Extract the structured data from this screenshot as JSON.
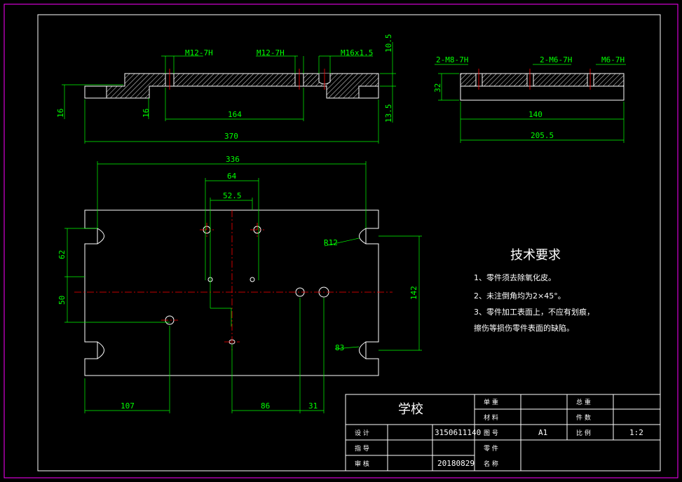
{
  "colors": {
    "background": "#000000",
    "outline": "#ffffff",
    "dimension": "#00ff00",
    "centerline": "#ff0000",
    "border": "#ff00ff",
    "hatch": "#ffffff"
  },
  "front_view": {
    "threads": [
      "M12-7H",
      "M12-7H",
      "M16x1.5"
    ],
    "dims": {
      "overall_length": "370",
      "hole_spacing": "164",
      "left_height": "16",
      "step_height": "16",
      "top_height": "10.5",
      "right_height": "13.5"
    }
  },
  "side_view": {
    "threads": [
      "2-M8-7H",
      "2-M6-7H",
      "M6-7H"
    ],
    "dims": {
      "thickness": "32",
      "hole_spacing": "140",
      "overall_width": "205.5"
    }
  },
  "top_view": {
    "dims": {
      "span_336": "336",
      "span_64": "64",
      "span_52_5": "52.5",
      "left_62": "62",
      "left_50": "50",
      "right_142": "142",
      "radius": "R12",
      "slot_83": "83",
      "bottom_107": "107",
      "bottom_86": "86",
      "bottom_31": "31"
    }
  },
  "notes": {
    "title": "技术要求",
    "lines": [
      "1、零件须去除氧化皮。",
      "2、未注倒角均为2×45°。",
      "3、零件加工表面上，不应有划痕，",
      "擦伤等损伤零件表面的缺陷。"
    ]
  },
  "title_block": {
    "school": "学校",
    "labels": {
      "unit": "单 重",
      "material": "材 料",
      "total_weight": "总 重",
      "quantity": "件 数",
      "design": "设 计",
      "drawing_no": "图 号",
      "scale": "比 例",
      "guide": "指 导",
      "review": "审 核",
      "part": "零 件",
      "name": "名 称"
    },
    "values": {
      "student_id": "3150611140",
      "drawing_no": "A1",
      "scale": "1:2",
      "date": "20180829"
    }
  }
}
